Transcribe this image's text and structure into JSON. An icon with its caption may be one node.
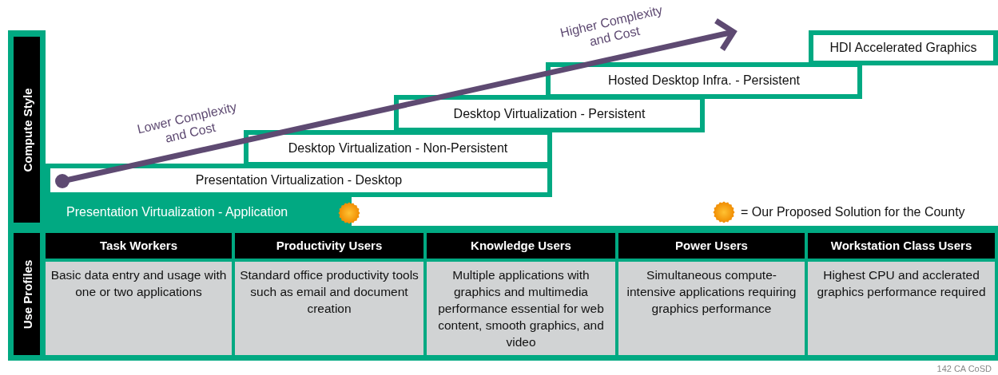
{
  "diagram": {
    "nodes": [
      {
        "text": [
          "Compute Style"
        ]
      },
      {
        "text": [
          "HDI Accelerated Graphics"
        ]
      },
      {
        "text": [
          "Hosted Desktop Infra. - Persistent"
        ]
      },
      {
        "text": [
          "Desktop Virtualization - Persistent"
        ]
      },
      {
        "text": [
          "Desktop Virtualization - Non-Persistent"
        ]
      },
      {
        "text": [
          "Presentation Virtualization - Desktop"
        ]
      },
      {
        "text": [
          "Presentation Virtualization - Application"
        ]
      },
      {
        "text": [
          "Use Profiles"
        ]
      },
      {
        "text": [
          "Task Workers",
          "Basic data entry and usage with one or two applications"
        ]
      },
      {
        "text": [
          "Productivity Users",
          "Standard office productivity tools such as email and document creation"
        ]
      },
      {
        "text": [
          "Knowledge Users",
          "Multiple applications with graphics and multimedia performance essential for web content, smooth graphics, and video"
        ]
      },
      {
        "text": [
          "Power Users",
          "Simultaneous compute-intensive applications requiring graphics performance"
        ]
      },
      {
        "text": [
          "Workstation Class Users",
          "Highest CPU and acclerated graphics performance required"
        ]
      }
    ],
    "edges": [],
    "labels": [
      "Higher Complexity and Cost",
      "Lower Complexity and Cost",
      "142 CA CoSD"
    ],
    "legend": [
      {
        "text": "= Our Proposed Solution for the County"
      }
    ]
  }
}
